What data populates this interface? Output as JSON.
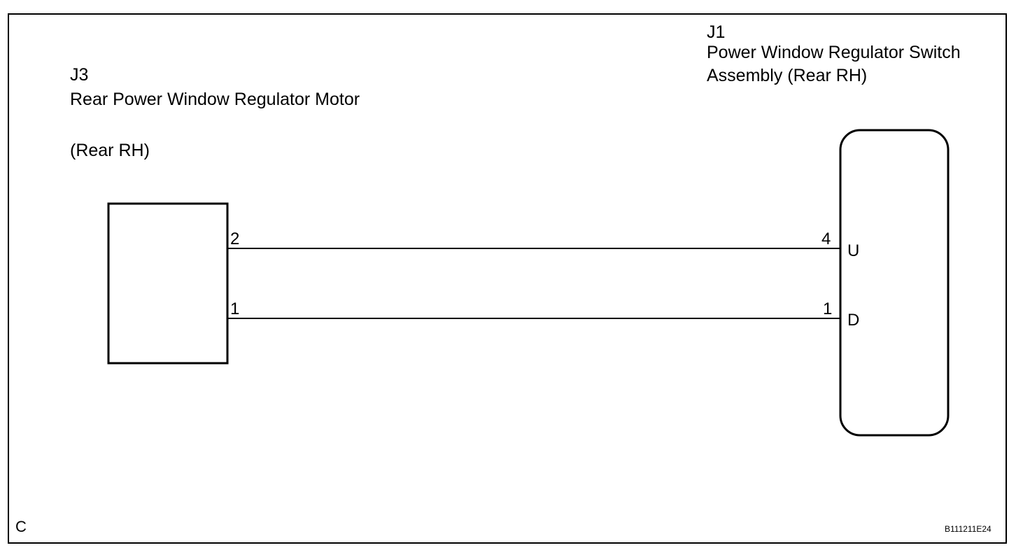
{
  "frame_label": "C",
  "figure_code": "B111211E24",
  "motor": {
    "connector": "J3",
    "name": "Rear Power Window Regulator Motor",
    "side": "(Rear RH)",
    "pins": [
      "2",
      "1"
    ]
  },
  "switch": {
    "connector": "J1",
    "name_line1": "Power Window Regulator Switch",
    "name_line2": "Assembly (Rear RH)",
    "pins": [
      "4",
      "1"
    ],
    "terminals": [
      "U",
      "D"
    ]
  }
}
